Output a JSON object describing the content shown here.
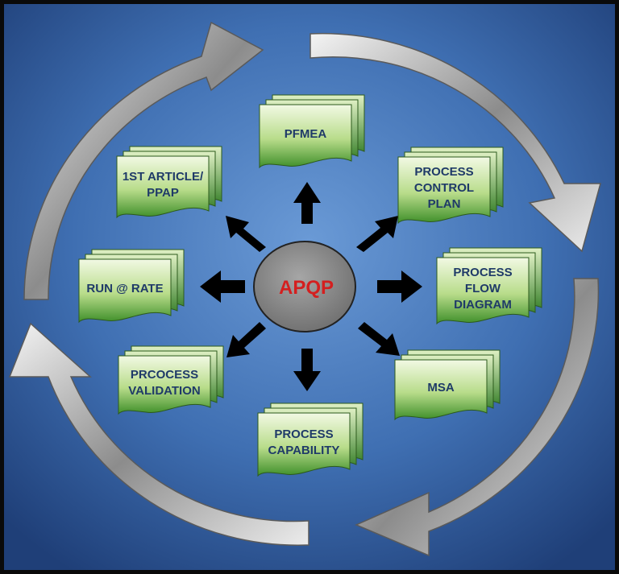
{
  "hub": {
    "label": "APQP"
  },
  "steps": [
    {
      "id": "pfmea",
      "lines": [
        "PFMEA"
      ]
    },
    {
      "id": "process-control-plan",
      "lines": [
        "PROCESS",
        "CONTROL",
        "PLAN"
      ]
    },
    {
      "id": "process-flow-diagram",
      "lines": [
        "PROCESS",
        "FLOW",
        "DIAGRAM"
      ]
    },
    {
      "id": "msa",
      "lines": [
        "MSA"
      ]
    },
    {
      "id": "process-capability",
      "lines": [
        "PROCESS",
        "CAPABILITY"
      ]
    },
    {
      "id": "prcocess-validation",
      "lines": [
        "PRCOCESS",
        "VALIDATION"
      ]
    },
    {
      "id": "run-at-rate",
      "lines": [
        "RUN @ RATE"
      ]
    },
    {
      "id": "1st-article-ppap",
      "lines": [
        "1ST ARTICLE/",
        "PPAP"
      ]
    }
  ],
  "colors": {
    "background_center": "#5a8ccc",
    "background_edge": "#1f3f78",
    "frame": "#0a0a0a",
    "hub_fill": "#8a8a8a",
    "hub_label": "#d41f1f",
    "doc_light": "#eef7dc",
    "doc_dark": "#3f8f2a",
    "doc_text": "#1f3a68",
    "arrow": "#000000"
  }
}
